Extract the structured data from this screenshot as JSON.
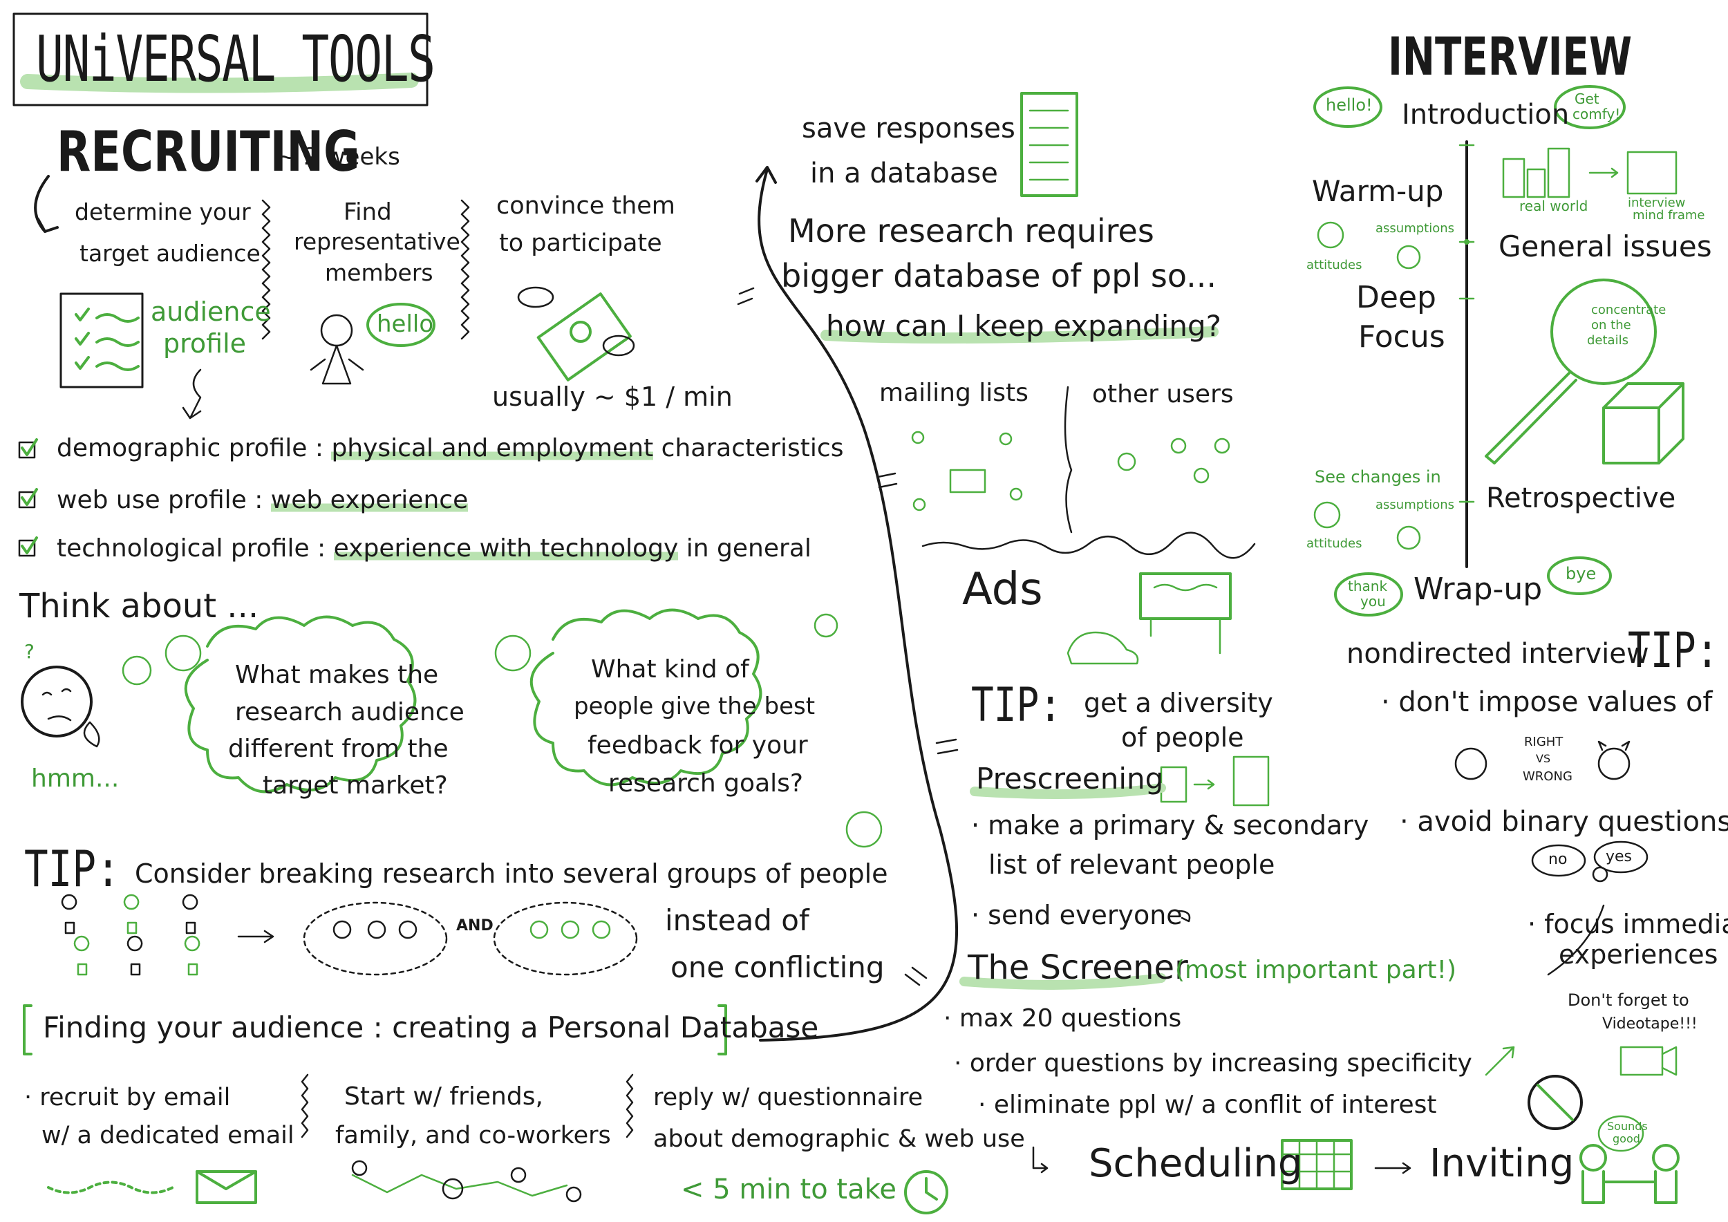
{
  "title": "UNiVERSAL TOOLS",
  "recruiting": {
    "heading": "RECRUITING",
    "duration": "~ 2 weeks",
    "step1": [
      "determine your",
      "target audience"
    ],
    "audience_profile": [
      "audience",
      "profile"
    ],
    "step2": [
      "Find",
      "representative",
      "members"
    ],
    "hello": "hello",
    "step3": [
      "convince them",
      "to participate"
    ],
    "rate": "usually ~ $1 / min"
  },
  "profiles": [
    {
      "label": "demographic profile :",
      "value": "physical and employment",
      "extra": "characteristics"
    },
    {
      "label": "web use profile :",
      "value": "web experience",
      "extra": ""
    },
    {
      "label": "technological profile :",
      "value": "experience with technology",
      "extra": "in general"
    }
  ],
  "think": {
    "heading": "Think about ...",
    "hmm": "hmm...",
    "question_mark": "?",
    "cloud1": [
      "What makes the",
      "research audience",
      "different from the",
      "target market?"
    ],
    "cloud2": [
      "What kind of",
      "people give the best",
      "feedback for your",
      "research goals?"
    ]
  },
  "tip1": {
    "label": "TIP:",
    "text": "Consider breaking research into several groups of people",
    "and": "AND",
    "instead": [
      "instead of",
      "one conflicting"
    ]
  },
  "finding": {
    "heading": "Finding your audience : creating a Personal Database",
    "col1": [
      "· recruit by email",
      "w/ a dedicated email"
    ],
    "col2": [
      "Start w/ friends,",
      "family, and co-workers"
    ],
    "col3": [
      "reply w/ questionnaire",
      "about demographic & web use"
    ],
    "time": "< 5 min to take"
  },
  "database": {
    "save": [
      "save responses",
      "in a database"
    ],
    "more": [
      "More research requires",
      "bigger database of ppl so..."
    ],
    "expand": "how can I keep expanding?",
    "mailing": "mailing lists",
    "other_users": "other users",
    "ads": "Ads"
  },
  "tip2": {
    "label": "TIP:",
    "text": [
      "get a diversity",
      "of people"
    ],
    "prescreening": "Prescreening",
    "bullets1": [
      "· make a primary & secondary",
      "list of relevant people",
      "· send everyone"
    ],
    "screener": "The Screener",
    "screener_note": "(most important part!)",
    "bullets2": [
      "· max 20 questions",
      "· order questions by increasing specificity",
      "· eliminate ppl w/ a conflit of interest"
    ],
    "scheduling": "Scheduling",
    "inviting": "Inviting",
    "sounds_good": [
      "Sounds",
      "good"
    ]
  },
  "interview": {
    "heading": "INTERVIEW",
    "hello": "hello!",
    "get_comfy": [
      "Get",
      "comfy!"
    ],
    "introduction": "Introduction",
    "warmup": "Warm-up",
    "real_world": "real world",
    "interview_frame": [
      "interview",
      "mind frame"
    ],
    "assumptions": "assumptions",
    "attitudes": "attitudes",
    "general": "General issues",
    "deep": [
      "Deep",
      "Focus"
    ],
    "concentrate": [
      "concentrate",
      "on the",
      "details"
    ],
    "see_changes": "See changes in",
    "retrospective": "Retrospective",
    "thank_you": [
      "thank",
      "you"
    ],
    "wrapup": "Wrap-up",
    "bye": "bye"
  },
  "tip3": {
    "text": "nondirected interview",
    "label": "TIP:",
    "b1": "· don't impose values of",
    "right": [
      "RIGHT",
      "VS",
      "WRONG"
    ],
    "b2": "· avoid binary questions",
    "no": "no",
    "yes": "yes",
    "b3": [
      "· focus immediate",
      "experiences"
    ],
    "video": [
      "Don't forget to",
      "Videotape!!!"
    ]
  }
}
